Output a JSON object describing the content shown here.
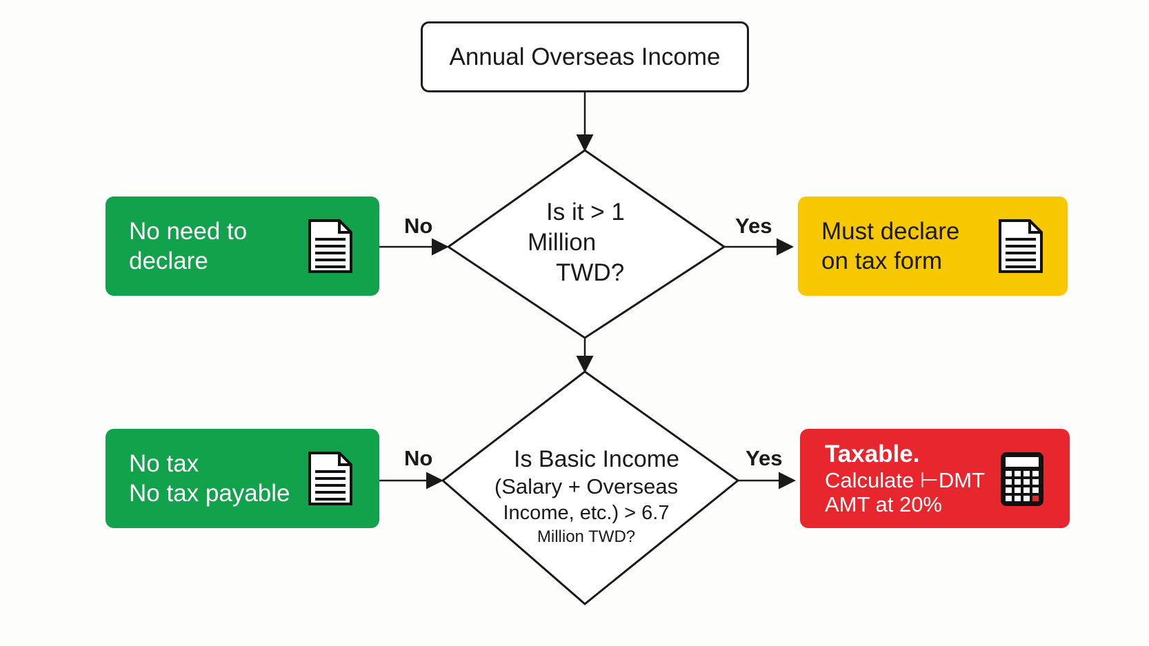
{
  "start": {
    "label": "Annual Overseas Income"
  },
  "decision1": {
    "line1": "Is it > 1",
    "line2": "Million",
    "line3": "TWD?"
  },
  "decision2": {
    "line1": "Is Basic Income",
    "line2": "(Salary + Overseas",
    "line3": "Income, etc.) > 6.7",
    "line4": "Million TWD?"
  },
  "edges": {
    "no1": "No",
    "yes1": "Yes",
    "no2": "No",
    "yes2": "Yes"
  },
  "results": {
    "no_need": {
      "label": "No need to\ndeclare",
      "icon": "document-icon",
      "color": "#12a24b"
    },
    "must_declare": {
      "label": "Must declare\non tax form",
      "icon": "document-icon",
      "color": "#f7c800"
    },
    "no_tax": {
      "label": "No tax\nNo tax payable",
      "icon": "document-icon",
      "color": "#12a24b"
    },
    "taxable": {
      "title": "Taxable.",
      "body": "Calculate ⊢DMT\nAMT at 20%",
      "icon": "calculator-icon",
      "color": "#e8262e"
    }
  }
}
